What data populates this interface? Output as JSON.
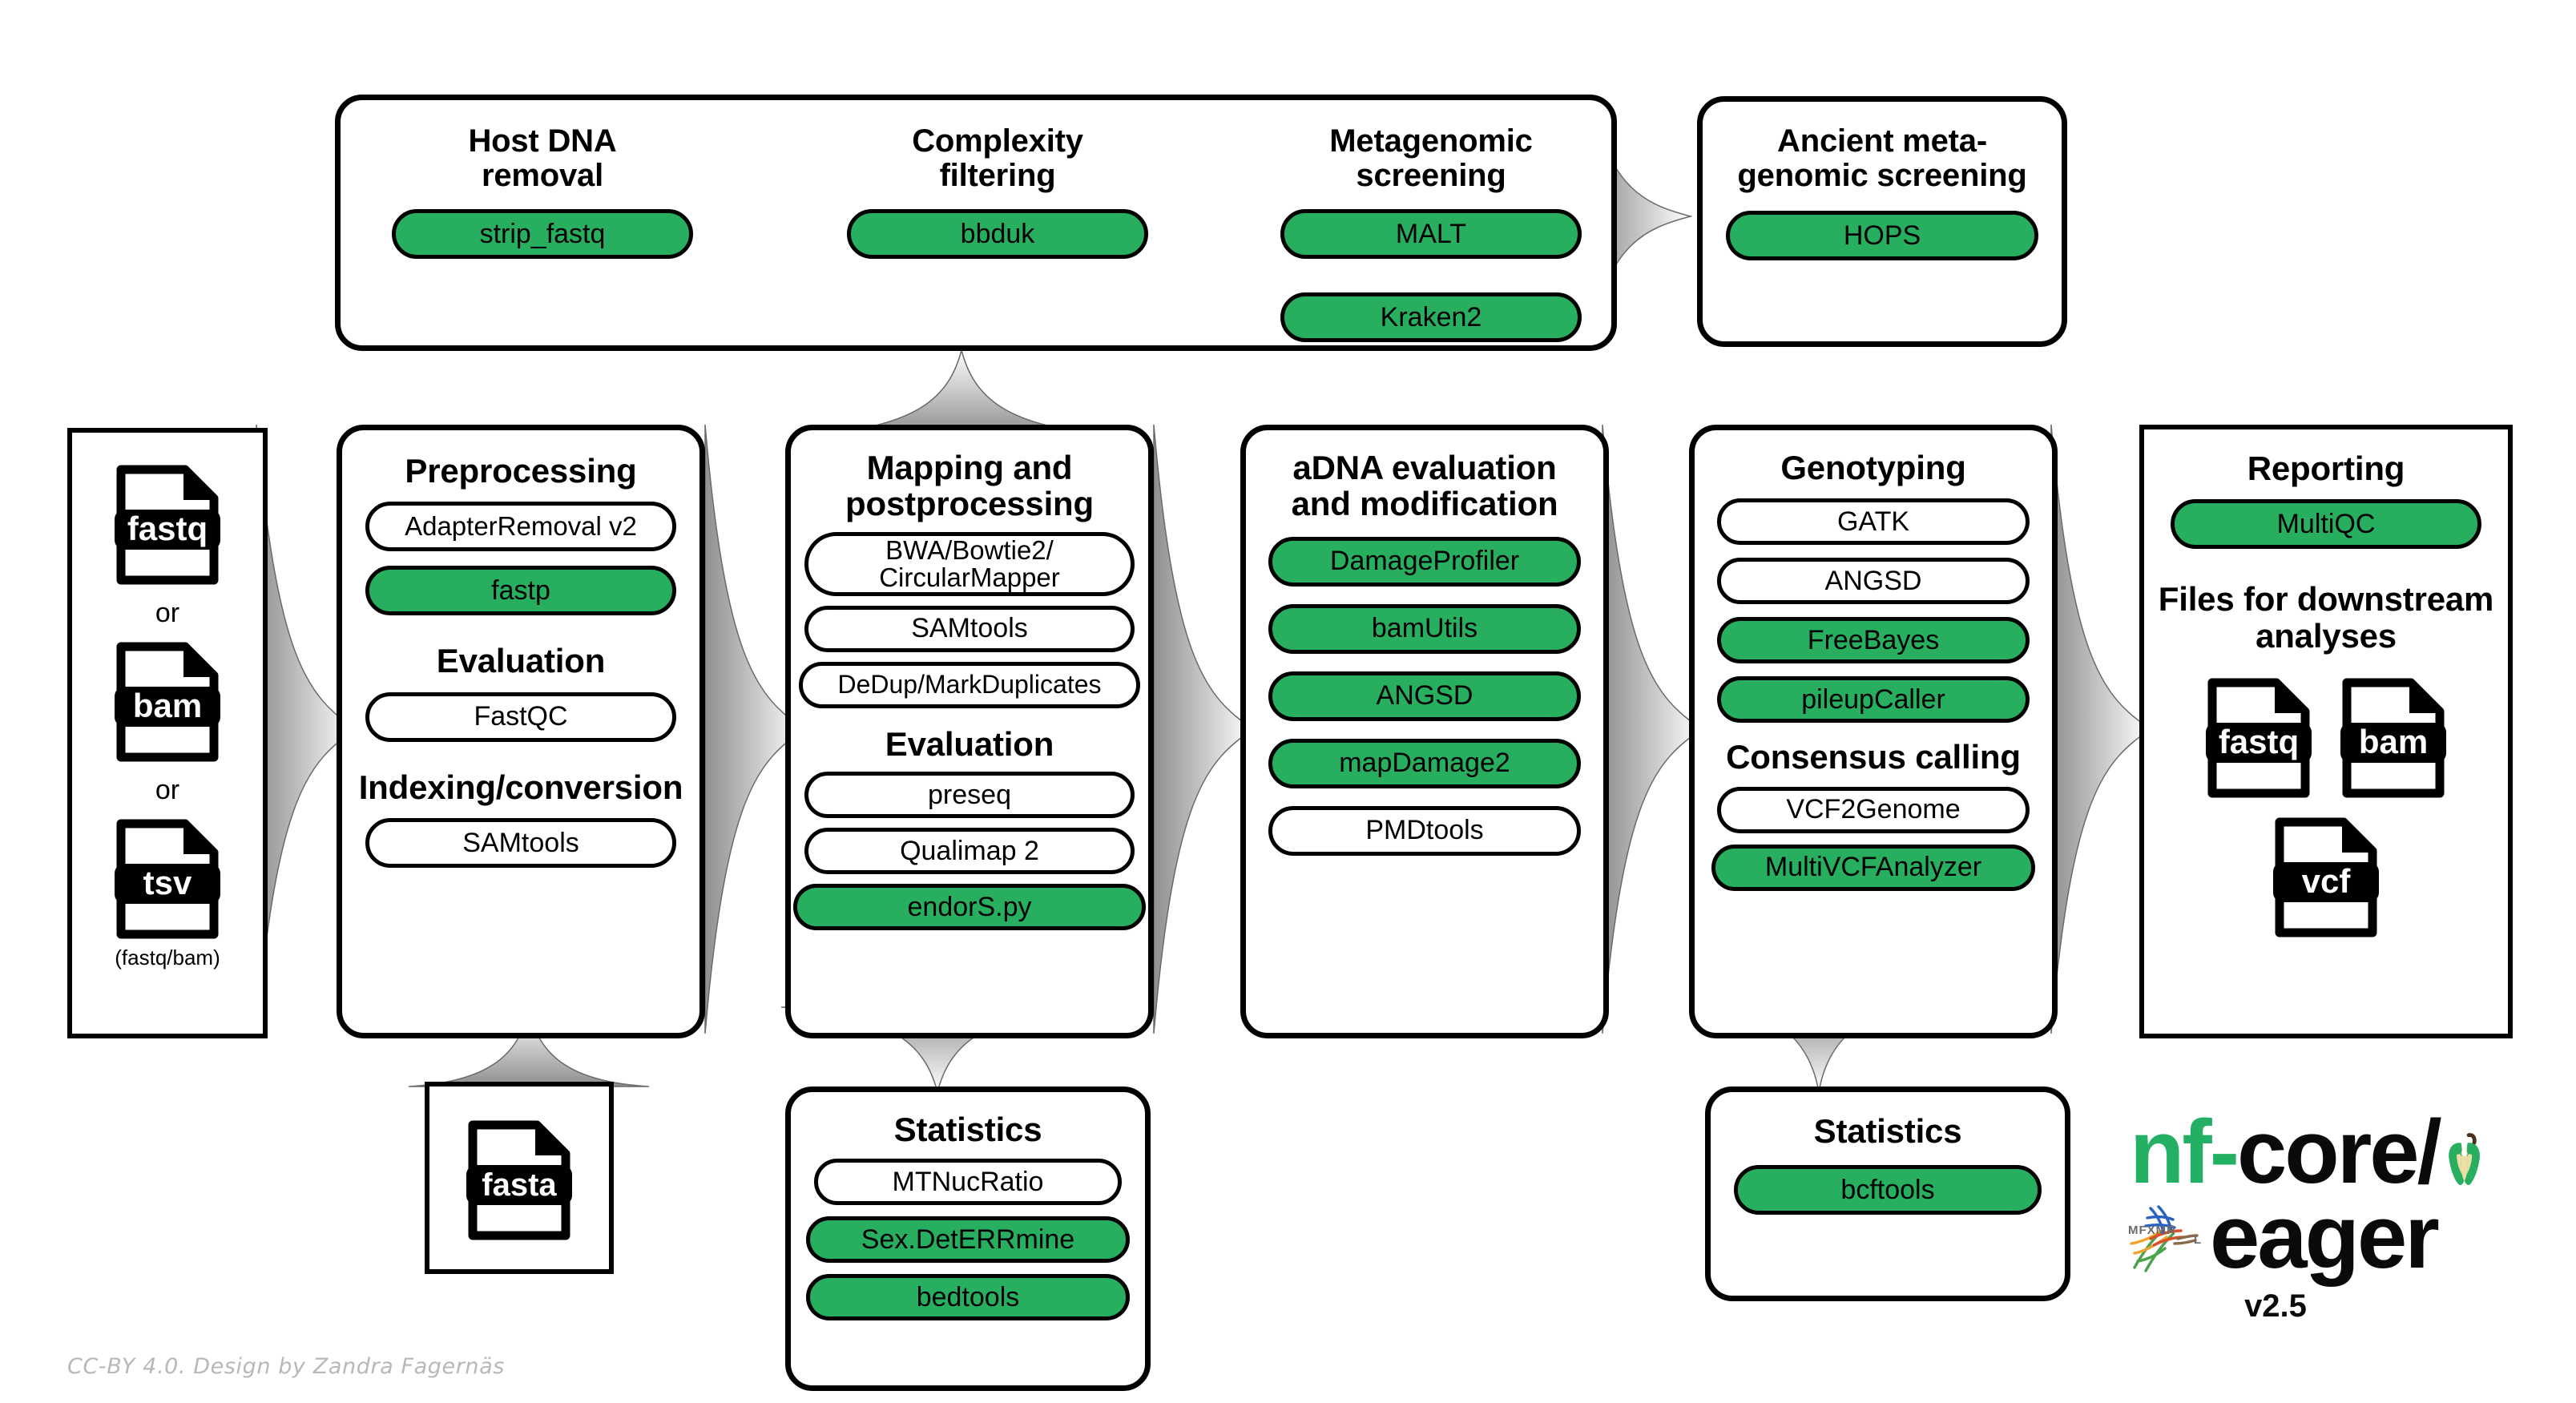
{
  "diagram": {
    "title": "nf-core/eager pipeline overview",
    "accent_green": "#27ae5f",
    "credit": "CC-BY 4.0. Design by Zandra Fagernäs"
  },
  "logo": {
    "nf": "nf",
    "dash": "-",
    "core": "core/",
    "eager": "eager",
    "version": "v2.5"
  },
  "input": {
    "files": [
      {
        "ext": "fastq"
      },
      {
        "ext": "bam"
      },
      {
        "ext": "tsv"
      }
    ],
    "or_1": "or",
    "or_2": "or",
    "caption": "(fastq/bam)"
  },
  "screening_bar": {
    "groups": [
      {
        "title": "Host DNA\nremoval",
        "tools": [
          {
            "label": "strip_fastq",
            "green": true
          }
        ]
      },
      {
        "title": "Complexity\nfiltering",
        "tools": [
          {
            "label": "bbduk",
            "green": true
          }
        ]
      },
      {
        "title": "Metagenomic\nscreening",
        "tools": [
          {
            "label": "MALT",
            "green": true
          },
          {
            "label": "Kraken2",
            "green": true
          }
        ]
      }
    ]
  },
  "ancient_screening": {
    "title": "Ancient meta-\ngenomic screening",
    "tools": [
      {
        "label": "HOPS",
        "green": true
      }
    ]
  },
  "preprocessing": {
    "title": "Preprocessing",
    "tools": [
      {
        "label": "AdapterRemoval v2",
        "green": false
      },
      {
        "label": "fastp",
        "green": true
      }
    ],
    "subhead_1": "Evaluation",
    "tools_2": [
      {
        "label": "FastQC",
        "green": false
      }
    ],
    "subhead_2": "Indexing/conversion",
    "tools_3": [
      {
        "label": "SAMtools",
        "green": false
      }
    ]
  },
  "reference": {
    "ext": "fasta"
  },
  "mapping": {
    "title": "Mapping and\npostprocessing",
    "tools": [
      {
        "label": "BWA/Bowtie2/\nCircularMapper",
        "green": false
      },
      {
        "label": "SAMtools",
        "green": false
      },
      {
        "label": "DeDup/MarkDuplicates",
        "green": false
      }
    ],
    "subhead_1": "Evaluation",
    "tools_2": [
      {
        "label": "preseq",
        "green": false
      },
      {
        "label": "Qualimap 2",
        "green": false
      },
      {
        "label": "endorS.py",
        "green": true
      }
    ]
  },
  "statistics_left": {
    "title": "Statistics",
    "tools": [
      {
        "label": "MTNucRatio",
        "green": false
      },
      {
        "label": "Sex.DetERRmine",
        "green": true
      },
      {
        "label": "bedtools",
        "green": true
      }
    ]
  },
  "adna": {
    "title": "aDNA evaluation\nand modification",
    "tools": [
      {
        "label": "DamageProfiler",
        "green": true
      },
      {
        "label": "bamUtils",
        "green": true
      },
      {
        "label": "ANGSD",
        "green": true
      },
      {
        "label": "mapDamage2",
        "green": true
      },
      {
        "label": "PMDtools",
        "green": false
      }
    ]
  },
  "genotyping": {
    "title": "Genotyping",
    "tools": [
      {
        "label": "GATK",
        "green": false
      },
      {
        "label": "ANGSD",
        "green": false
      },
      {
        "label": "FreeBayes",
        "green": true
      },
      {
        "label": "pileupCaller",
        "green": true
      }
    ],
    "subhead_1": "Consensus calling",
    "tools_2": [
      {
        "label": "VCF2Genome",
        "green": false
      },
      {
        "label": "MultiVCFAnalyzer",
        "green": true
      }
    ]
  },
  "statistics_right": {
    "title": "Statistics",
    "tools": [
      {
        "label": "bcftools",
        "green": true
      }
    ]
  },
  "reporting": {
    "title": "Reporting",
    "tools": [
      {
        "label": "MultiQC",
        "green": true
      }
    ],
    "subhead_1": "Files for downstream\nanalyses",
    "files": [
      {
        "ext": "fastq"
      },
      {
        "ext": "bam"
      },
      {
        "ext": "vcf"
      }
    ]
  }
}
